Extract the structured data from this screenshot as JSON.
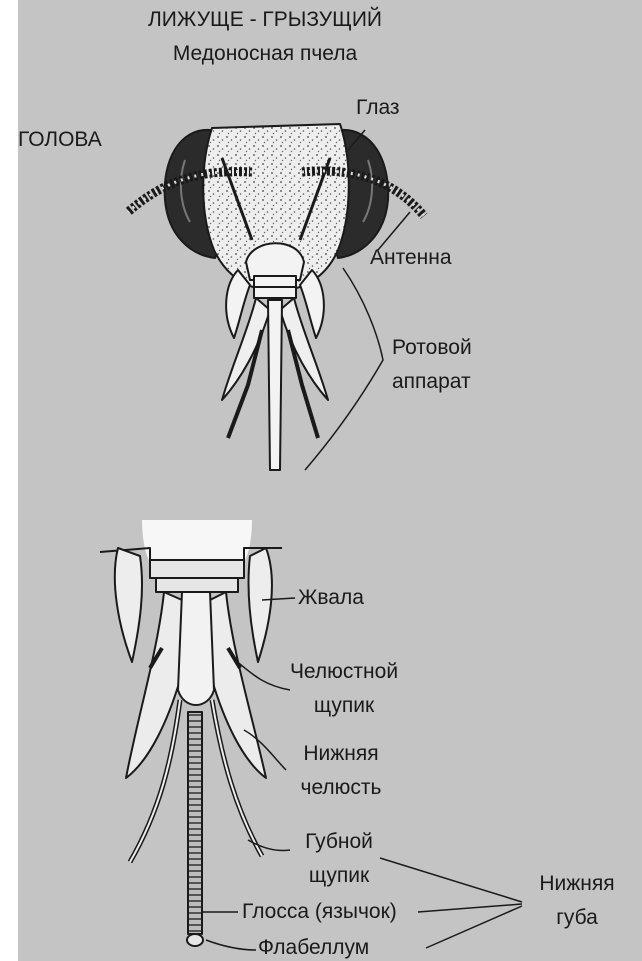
{
  "header": {
    "title": "ЛИЖУЩЕ - ГРЫЗУЩИЙ",
    "subtitle": "Медоносная пчела"
  },
  "top_labels": {
    "head": "ГОЛОВА",
    "eye": "Глаз",
    "antenna": "Антенна",
    "mouthparts_line1": "Ротовой",
    "mouthparts_line2": "аппарат"
  },
  "bottom_labels": {
    "mandible": "Жвала",
    "maxillary_palp_line1": "Челюстной",
    "maxillary_palp_line2": "щупик",
    "maxilla_line1": "Нижняя",
    "maxilla_line2": "челюсть",
    "labial_palp_line1": "Губной",
    "labial_palp_line2": "щупик",
    "glossa": "Глосса (язычок)",
    "labium_line1": "Нижняя",
    "labium_line2": "губа",
    "flabellum": "Флабеллум"
  },
  "colors": {
    "background": "#c4c4c4",
    "ink": "#1a1a1a",
    "head_fill": "#ececec",
    "eye_fill": "#2a2a2a"
  }
}
